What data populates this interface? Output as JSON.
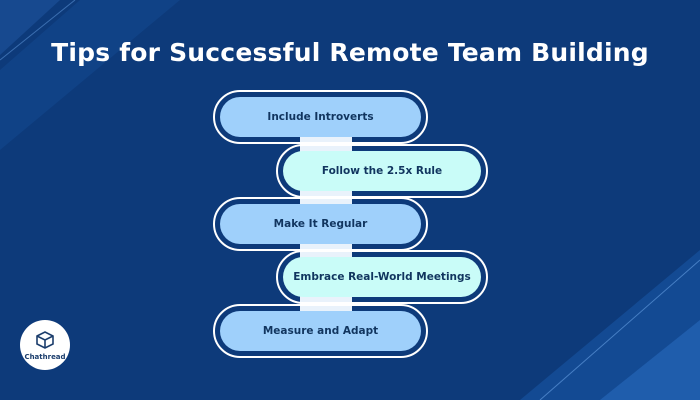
{
  "title": "Tips for Successful Remote Team Building",
  "steps": [
    {
      "label": "Include Introverts",
      "side": "left"
    },
    {
      "label": "Follow the 2.5x Rule",
      "side": "right"
    },
    {
      "label": "Make It Regular",
      "side": "left"
    },
    {
      "label": "Embrace Real-World Meetings",
      "side": "right"
    },
    {
      "label": "Measure and Adapt",
      "side": "left"
    }
  ],
  "logo": {
    "text": "Chathread",
    "icon": "chat-thread-logo-icon"
  },
  "colors": {
    "background": "#0d3a7a",
    "left_pill": "#9fd0fb",
    "right_pill": "#c9fcf8",
    "text": "#11355f",
    "title": "#ffffff"
  }
}
